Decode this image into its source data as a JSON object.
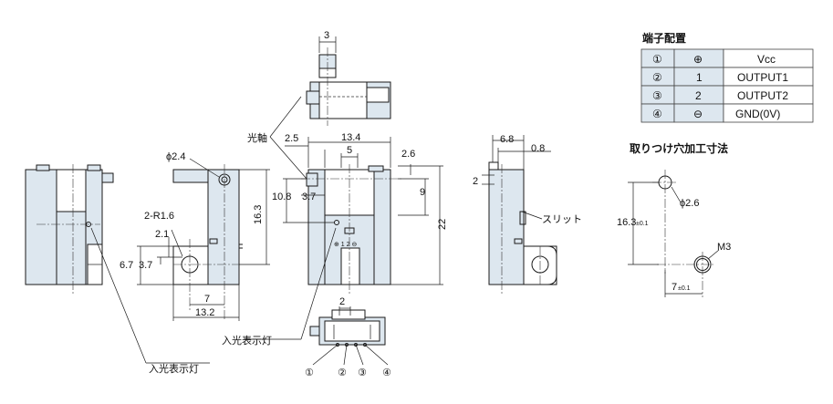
{
  "terminal_table": {
    "title": "端子配置",
    "rows": [
      {
        "no": "①",
        "mark": "⊕",
        "signal": "Vcc"
      },
      {
        "no": "②",
        "mark": "1",
        "signal": "OUTPUT1"
      },
      {
        "no": "③",
        "mark": "2",
        "signal": "OUTPUT2"
      },
      {
        "no": "④",
        "mark": "⊖",
        "signal": "GND(0V)"
      }
    ]
  },
  "mounting": {
    "title": "取りつけ穴加工寸法",
    "hole_dia": "ϕ2.6",
    "vertical": "16.3",
    "vertical_tol": "±0.1",
    "horizontal": "7",
    "horizontal_tol": "±0.1",
    "screw": "M3"
  },
  "labels": {
    "optical_axis": "光軸",
    "slit": "スリット",
    "indicator": "入光表示灯",
    "pin_marks": "⊕ 1 2 ⊖",
    "pins": [
      "①",
      "②",
      "③",
      "④"
    ]
  },
  "dims": {
    "d_top_3": "3",
    "d_13_4": "13.4",
    "d_2_5": "2.5",
    "d_5": "5",
    "d_2_6": "2.6",
    "d_10_8": "10.8",
    "d_3_7": "3.7",
    "d_9": "9",
    "d_22": "22",
    "d_16_3": "16.3",
    "d_phi2_4": "ϕ2.4",
    "d_2_r1_6": "2-R1.6",
    "d_2_1": "2.1",
    "d_6_7": "6.7",
    "d_3_7b": "3.7",
    "d_7": "7",
    "d_13_2": "13.2",
    "d_6_8": "6.8",
    "d_0_8": "0.8",
    "d_2": "2",
    "d_bottom_2": "2"
  }
}
